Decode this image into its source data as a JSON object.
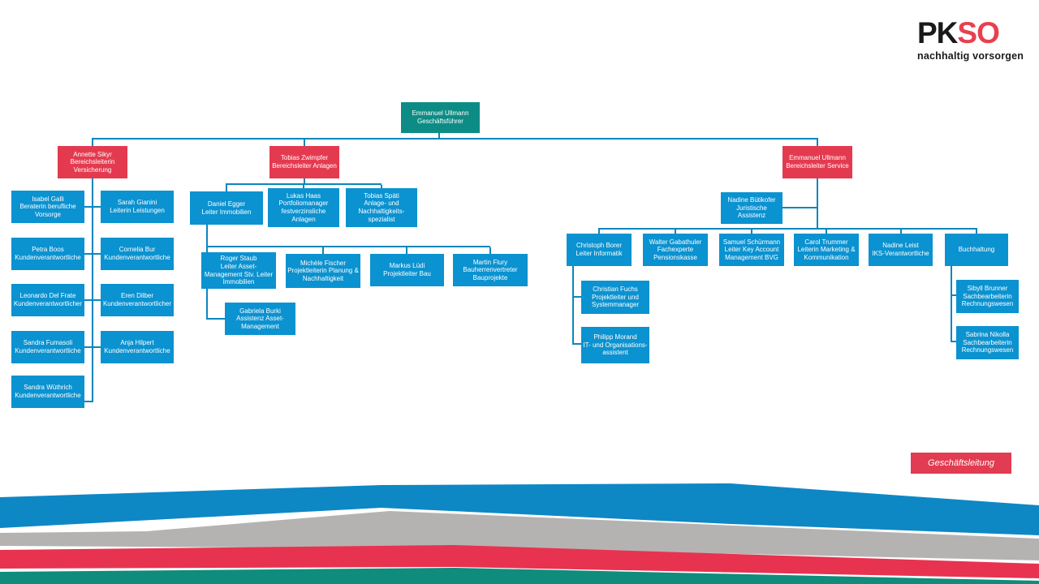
{
  "logo": {
    "pk": "PK",
    "so": "SO",
    "tagline": "nachhaltig vorsorgen"
  },
  "legend": {
    "label": "Geschäftsleitung",
    "color": "#e23c52"
  },
  "colors": {
    "box_blue": "#0b92d0",
    "box_red": "#e43a4f",
    "box_teal": "#0d8c85",
    "connector_blue": "#0c86bd",
    "logo_red": "#e8404f",
    "wave_blue": "#0e87c5",
    "wave_gray": "#b5b3b2",
    "wave_red": "#e73350",
    "wave_teal": "#0f8c7c"
  },
  "org": {
    "ceo": {
      "name": "Emmanuel Ullmann",
      "role": "Geschäftsführer"
    },
    "versicherung": {
      "head": {
        "name": "Annette Sikyr",
        "role": "Bereichsleiterin Versicherung"
      },
      "members": [
        {
          "name": "Isabel Galli",
          "role": "Beraterin berufliche Vorsorge"
        },
        {
          "name": "Sarah Gianini",
          "role": "Leiterin Leistungen"
        },
        {
          "name": "Petra Boos",
          "role": "Kundenverantwortliche"
        },
        {
          "name": "Cornelia Bur",
          "role": "Kundenverantwortliche"
        },
        {
          "name": "Leonardo Del Frate",
          "role": "Kundenverantwortlicher"
        },
        {
          "name": "Eren Dilber",
          "role": "Kundenverantwortlicher"
        },
        {
          "name": "Sandra Fumasoli",
          "role": "Kundenverantwortliche"
        },
        {
          "name": "Anja Hilpert",
          "role": "Kundenverantwortliche"
        },
        {
          "name": "Sandra Wüthrich",
          "role": "Kundenverantwortliche"
        }
      ]
    },
    "anlagen": {
      "head": {
        "name": "Tobias Zwimpfer",
        "role": "Bereichsleiter Anlagen"
      },
      "members": [
        {
          "name": "Daniel Egger",
          "role": "Leiter Immobilien"
        },
        {
          "name": "Lukas Haas",
          "role": "Portfoliomanager festverzinsliche Anlagen"
        },
        {
          "name": "Tobias Späti",
          "role": "Anlage- und Nachhaltigkeits-spezialist"
        },
        {
          "name": "Roger Staub",
          "role": "Leiter Asset-Management Stv. Leiter Immobilien"
        },
        {
          "name": "Michèle Fischer",
          "role": "Projektleiterin Planung & Nachhaltigkeit"
        },
        {
          "name": "Markus Lüdi",
          "role": "Projektleiter Bau"
        },
        {
          "name": "Martin Flury",
          "role": "Bauherrenvertreter Bauprojekte"
        },
        {
          "name": "Gabriela Burki",
          "role": "Assistenz Asset-Management"
        }
      ]
    },
    "service": {
      "head": {
        "name": "Emmanuel Ullmann",
        "role": "Bereichsleiter Service"
      },
      "members": [
        {
          "name": "Nadine Bütikofer",
          "role": "Juristische Assistenz"
        },
        {
          "name": "Christoph Borer",
          "role": "Leiter Informatik"
        },
        {
          "name": "Walter Gabathuler",
          "role": "Fachexperte Pensionskasse"
        },
        {
          "name": "Samuel Schürmann",
          "role": "Leiter Key Account Management BVG"
        },
        {
          "name": "Carol Trummer",
          "role": "Leiterin Marketing & Kommunikation"
        },
        {
          "name": "Nadine Leist",
          "role": "IKS-Verantwortliche"
        },
        {
          "name": "Buchhaltung",
          "role": ""
        },
        {
          "name": "Christian Fuchs",
          "role": "Projektleiter und Systemmanager"
        },
        {
          "name": "Philipp Morand",
          "role": "IT- und Organisations-assistent"
        },
        {
          "name": "Sibyll Brunner",
          "role": "Sachbearbeiterin Rechnungswesen"
        },
        {
          "name": "Sabrina Nikolla",
          "role": "Sachbearbeiterin Rechnungswesen"
        }
      ]
    }
  }
}
